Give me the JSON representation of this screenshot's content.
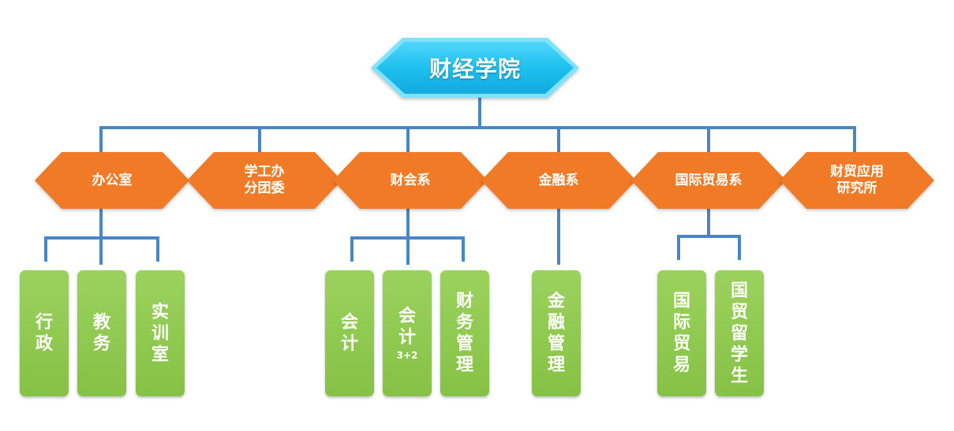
{
  "root": {
    "label": "财经学院"
  },
  "departments": [
    {
      "id": "office",
      "label": "办公室"
    },
    {
      "id": "student",
      "label": "学工办\n分团委"
    },
    {
      "id": "accounting",
      "label": "财会系"
    },
    {
      "id": "finance",
      "label": "金融系"
    },
    {
      "id": "trade",
      "label": "国际贸易系"
    },
    {
      "id": "institute",
      "label": "财贸应用\n研究所"
    }
  ],
  "leaves": [
    {
      "parent": "office",
      "label": "行政"
    },
    {
      "parent": "office",
      "label": "教务"
    },
    {
      "parent": "office",
      "label": "实训室"
    },
    {
      "parent": "accounting",
      "label": "会计"
    },
    {
      "parent": "accounting",
      "label": "会计",
      "sub": "3+2"
    },
    {
      "parent": "accounting",
      "label": "财务管理"
    },
    {
      "parent": "finance",
      "label": "金融管理"
    },
    {
      "parent": "trade",
      "label": "国际贸易"
    },
    {
      "parent": "trade",
      "label": "国贸留学生"
    }
  ],
  "colors": {
    "root_fill": "#1ec0ee",
    "root_border": "#7fe3ff",
    "dept_fill": "#f07a25",
    "leaf_fill": "#8dc94f",
    "connector": "#4a86c6"
  }
}
